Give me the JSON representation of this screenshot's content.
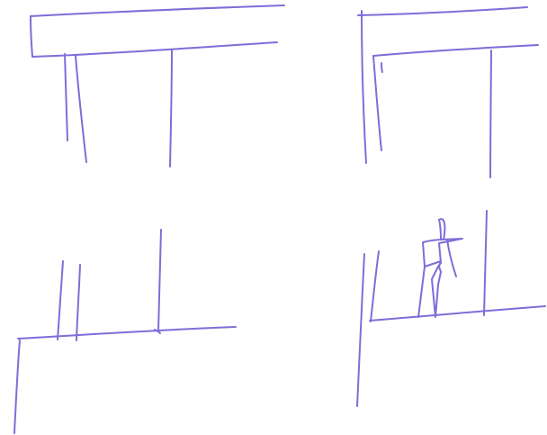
{
  "sketch": {
    "description": "",
    "ink_color": "#7b6fd8",
    "panels": [
      {
        "id": "top-left",
        "subject": "table-top-with-legs"
      },
      {
        "id": "top-right",
        "subject": "frame-with-legs"
      },
      {
        "id": "bottom-left",
        "subject": "ground-line-with-posts"
      },
      {
        "id": "bottom-right",
        "subject": "stick-figure-on-ledge"
      }
    ]
  }
}
